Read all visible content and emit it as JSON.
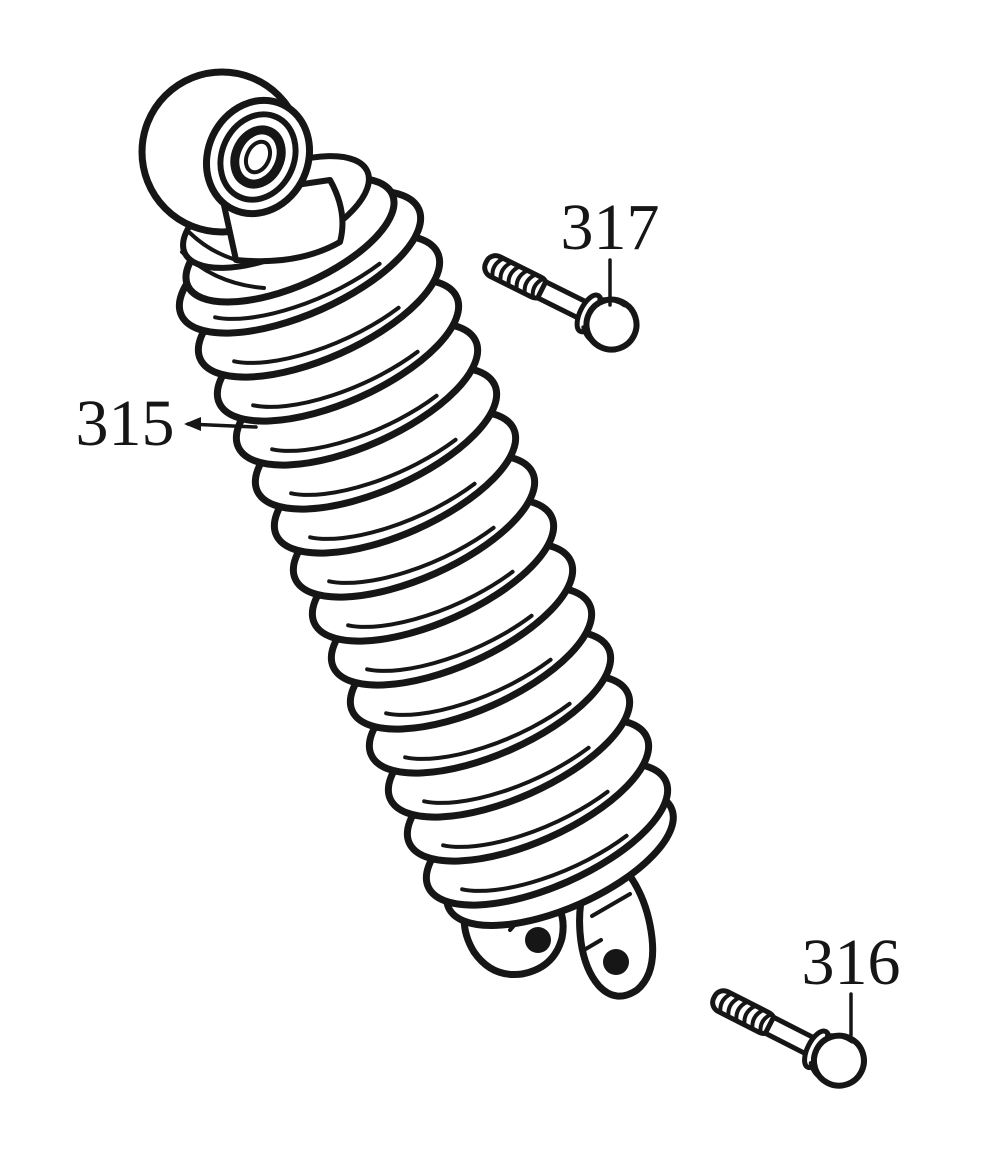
{
  "diagram": {
    "title": "rear-shock-absorber-parts-diagram",
    "background_color": "#ffffff",
    "line_color": "#161616",
    "labels": {
      "shock": {
        "text": "315",
        "component": "shock-absorber-assembly"
      },
      "upper_bolt": {
        "text": "317",
        "component": "upper-flange-bolt"
      },
      "lower_bolt": {
        "text": "316",
        "component": "lower-flange-bolt"
      }
    }
  }
}
